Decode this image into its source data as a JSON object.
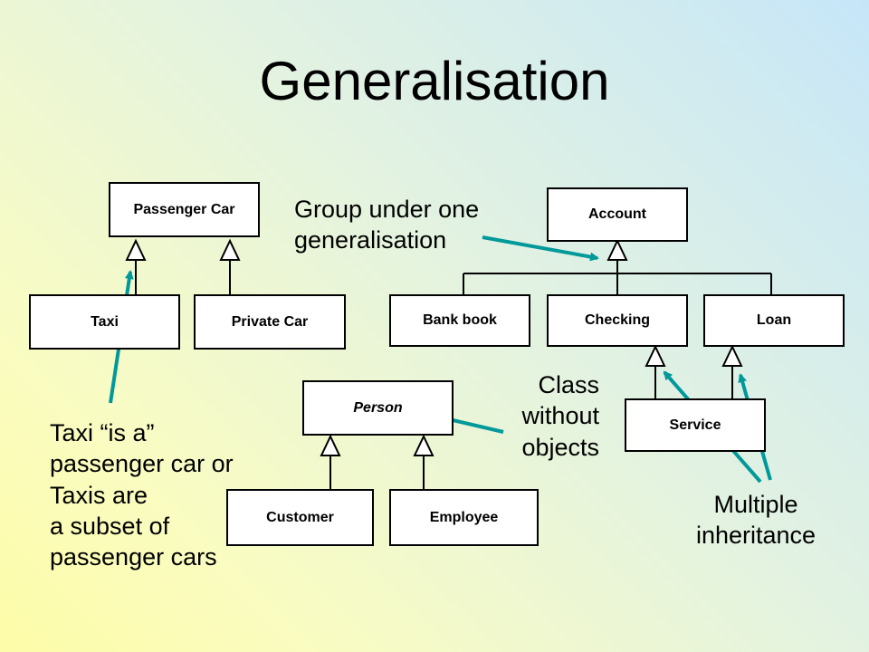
{
  "title": "Generalisation",
  "colors": {
    "arrow": "#00999a",
    "line": "#000000",
    "box_fill": "#ffffff"
  },
  "classes": {
    "passenger_car": "Passenger Car",
    "taxi": "Taxi",
    "private_car": "Private Car",
    "account": "Account",
    "bank_book": "Bank book",
    "checking": "Checking",
    "loan": "Loan",
    "service": "Service",
    "person": "Person",
    "customer": "Customer",
    "employee": "Employee"
  },
  "notes": {
    "group_line1": "Group under one",
    "group_line2": "generalisation",
    "abstract_line1": "Class",
    "abstract_line2": "without",
    "abstract_line3": "objects",
    "taxi_line1": "Taxi “is a”",
    "taxi_line2": "passenger car or",
    "taxi_line3": "Taxis are",
    "taxi_line4": "a subset of",
    "taxi_line5": "passenger cars",
    "multi_line1": "Multiple",
    "multi_line2": "inheritance"
  }
}
